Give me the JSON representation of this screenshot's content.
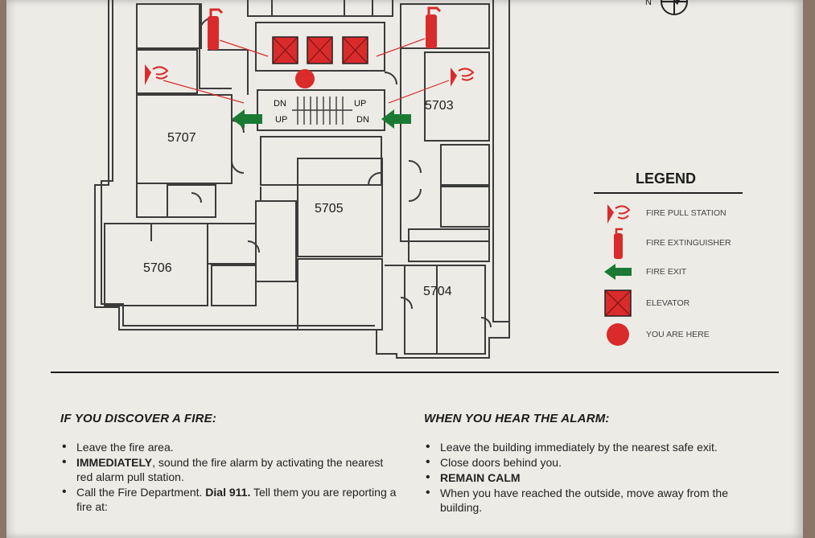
{
  "rooms": [
    {
      "id": "5703",
      "label": "5703"
    },
    {
      "id": "5704",
      "label": "5704"
    },
    {
      "id": "5705",
      "label": "5705"
    },
    {
      "id": "5706",
      "label": "5706"
    },
    {
      "id": "5707",
      "label": "5707"
    }
  ],
  "stairs": {
    "up_left": "UP",
    "dn_left": "DN",
    "up_right": "UP",
    "dn_right": "DN",
    "dn_top_left": "DN",
    "up_top_right": "UP"
  },
  "compass": {
    "north": "N"
  },
  "legend": {
    "title": "LEGEND",
    "items": [
      {
        "icon": "fire-pull-station-icon",
        "label": "FIRE PULL STATION"
      },
      {
        "icon": "fire-extinguisher-icon",
        "label": "FIRE EXTINGUISHER"
      },
      {
        "icon": "fire-exit-arrow-icon",
        "label": "FIRE EXIT"
      },
      {
        "icon": "elevator-icon",
        "label": "ELEVATOR"
      },
      {
        "icon": "you-are-here-icon",
        "label": "YOU ARE HERE"
      }
    ]
  },
  "colors": {
    "red": "#d92b2b",
    "green": "#1a7a34",
    "wall": "#3b3b3b"
  },
  "discover": {
    "heading": "IF YOU DISCOVER A FIRE:",
    "items": [
      {
        "text": "Leave the fire area."
      },
      {
        "bold": "IMMEDIATELY",
        "text": ", sound the fire alarm by activating the nearest red alarm pull station."
      },
      {
        "text_before": "Call the Fire Department. ",
        "bold": "Dial 911.",
        "text": " Tell them you are reporting a fire at:"
      }
    ]
  },
  "alarm": {
    "heading": "WHEN YOU HEAR THE ALARM:",
    "items": [
      {
        "text": "Leave the building immediately by the nearest safe exit."
      },
      {
        "text": "Close doors behind you."
      },
      {
        "bold": "REMAIN CALM"
      },
      {
        "text": "When you have reached the outside, move away from the building."
      }
    ]
  }
}
